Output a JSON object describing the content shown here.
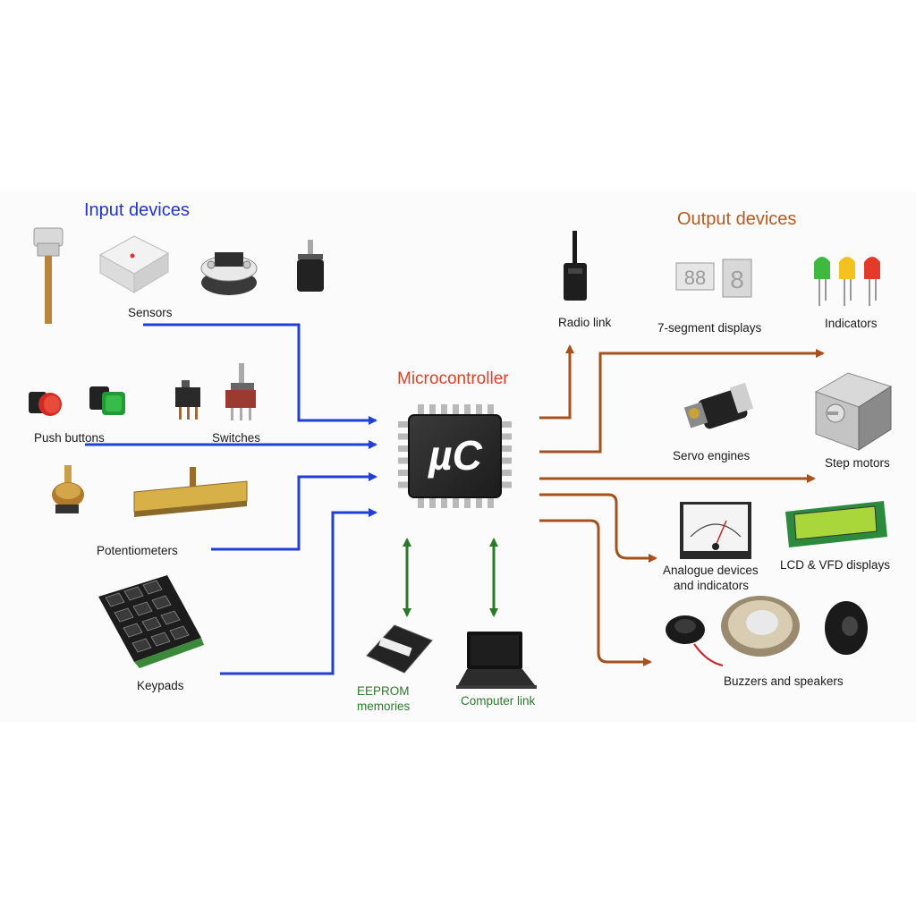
{
  "headings": {
    "input": "Input devices",
    "output": "Output devices",
    "center": "Microcontroller"
  },
  "chip": {
    "label": "µC"
  },
  "inputs": {
    "sensors": "Sensors",
    "push_buttons": "Push buttons",
    "switches": "Switches",
    "potentiometers": "Potentiometers",
    "keypads": "Keypads"
  },
  "outputs": {
    "radio_link": "Radio link",
    "seven_segment": "7-segment displays",
    "indicators": "Indicators",
    "servo_engines": "Servo engines",
    "step_motors": "Step motors",
    "analogue_line1": "Analogue devices",
    "analogue_line2": "and indicators",
    "lcd_vfd": "LCD & VFD displays",
    "buzzers": "Buzzers and speakers"
  },
  "bidirectional": {
    "eeprom_line1": "EEPROM",
    "eeprom_line2": "memories",
    "computer_link": "Computer link"
  },
  "colors": {
    "input_arrow": "#1f3fd6",
    "output_arrow": "#a6501c",
    "bidir_arrow": "#2a7a2a",
    "input_heading": "#2233cc",
    "output_heading": "#b85a1e",
    "center_heading": "#e0402a",
    "chip_body": "#2a2a2a",
    "chip_pins": "#b9b9b9"
  },
  "icons": {
    "sensors": [
      "probe-sensor-icon",
      "enclosure-sensor-icon",
      "transmitter-sensor-icon",
      "rotary-encoder-icon"
    ],
    "push_buttons": [
      "red-push-button-icon",
      "green-push-button-icon"
    ],
    "switches": [
      "slide-switch-icon",
      "toggle-switch-icon"
    ],
    "potentiometers": [
      "rotary-potentiometer-icon",
      "slide-potentiometer-icon"
    ],
    "keypads": [
      "keypad-icon"
    ],
    "radio_link": [
      "antenna-module-icon"
    ],
    "seven_segment": [
      "seven-segment-display-icon"
    ],
    "indicators": [
      "led-green-icon",
      "led-yellow-icon",
      "led-red-icon"
    ],
    "servo_engines": [
      "servo-motor-icon"
    ],
    "step_motors": [
      "stepper-motor-icon"
    ],
    "analogue": [
      "analog-meter-icon"
    ],
    "lcd_vfd": [
      "lcd-module-icon"
    ],
    "buzzers": [
      "buzzer-icon",
      "speaker-icon"
    ],
    "eeprom": [
      "eeprom-chip-icon"
    ],
    "computer_link": [
      "laptop-icon"
    ]
  }
}
